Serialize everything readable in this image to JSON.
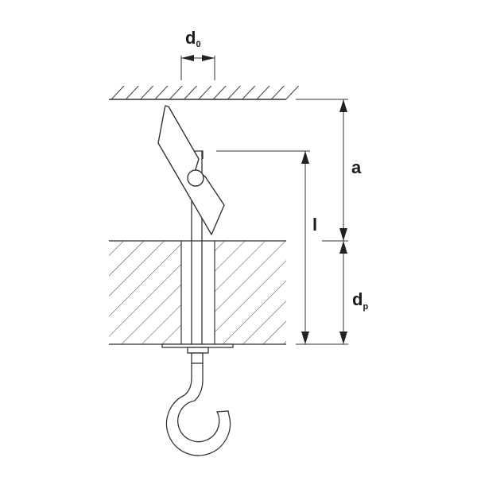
{
  "labels": {
    "bore_diameter": "d",
    "bore_diameter_sub": "0",
    "cavity_depth": "a",
    "anchor_length": "l",
    "panel_thickness": "d",
    "panel_thickness_sub": "p"
  },
  "colors": {
    "line": "#333333",
    "background": "#ffffff"
  }
}
